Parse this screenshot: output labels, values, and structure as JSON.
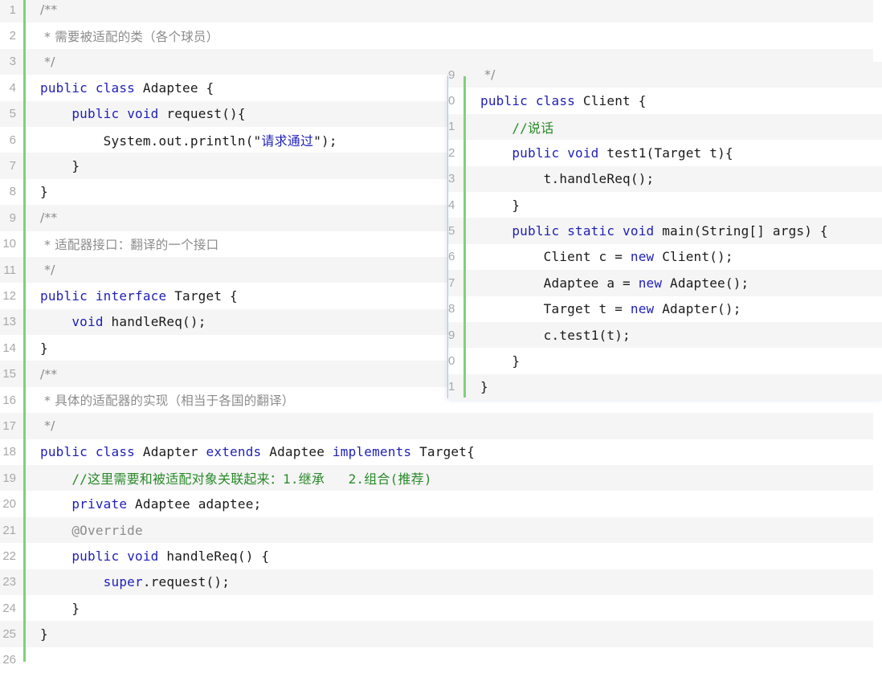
{
  "editor": {
    "lines": [
      {
        "num": "1",
        "text": "/**",
        "style": "cm"
      },
      {
        "num": "2",
        "text": " * 需要被适配的类（各个球员）",
        "style": "cm"
      },
      {
        "num": "3",
        "text": " */",
        "style": "cm"
      },
      {
        "num": "4",
        "text": "public class Adaptee {",
        "style": "code"
      },
      {
        "num": "5",
        "text": "    public void request(){",
        "style": "code"
      },
      {
        "num": "6",
        "text": "        System.out.println(\"请求通过\");",
        "style": "code"
      },
      {
        "num": "7",
        "text": "    }",
        "style": "code"
      },
      {
        "num": "8",
        "text": "}",
        "style": "code"
      },
      {
        "num": "9",
        "text": "/**",
        "style": "cm"
      },
      {
        "num": "10",
        "text": " * 适配器接口：翻译的一个接口",
        "style": "cm"
      },
      {
        "num": "11",
        "text": " */",
        "style": "cm"
      },
      {
        "num": "12",
        "text": "public interface Target {",
        "style": "code"
      },
      {
        "num": "13",
        "text": "    void handleReq();",
        "style": "code"
      },
      {
        "num": "14",
        "text": "}",
        "style": "code"
      },
      {
        "num": "15",
        "text": "/**",
        "style": "cm"
      },
      {
        "num": "16",
        "text": " * 具体的适配器的实现（相当于各国的翻译）",
        "style": "cm"
      },
      {
        "num": "17",
        "text": " */",
        "style": "cm"
      },
      {
        "num": "18",
        "text": "public class Adapter extends Adaptee implements Target{",
        "style": "code"
      },
      {
        "num": "19",
        "text": "    //这里需要和被适配对象关联起来：1.继承   2.组合(推荐)",
        "style": "code"
      },
      {
        "num": "20",
        "text": "    private Adaptee adaptee;",
        "style": "code"
      },
      {
        "num": "21",
        "text": "    @Override",
        "style": "code"
      },
      {
        "num": "22",
        "text": "    public void handleReq() {",
        "style": "code"
      },
      {
        "num": "23",
        "text": "        super.request();",
        "style": "code"
      },
      {
        "num": "24",
        "text": "    }",
        "style": "code"
      },
      {
        "num": "25",
        "text": "}",
        "style": "code"
      },
      {
        "num": "26",
        "text": "",
        "style": "code"
      }
    ]
  },
  "popup": {
    "lines": [
      {
        "num": "9",
        "text": " */",
        "style": "cm"
      },
      {
        "num": "0",
        "text": "public class Client {",
        "style": "code"
      },
      {
        "num": "1",
        "text": "    //说话",
        "style": "code"
      },
      {
        "num": "2",
        "text": "    public void test1(Target t){",
        "style": "code"
      },
      {
        "num": "3",
        "text": "        t.handleReq();",
        "style": "code"
      },
      {
        "num": "4",
        "text": "    }",
        "style": "code"
      },
      {
        "num": "5",
        "text": "    public static void main(String[] args) {",
        "style": "code"
      },
      {
        "num": "6",
        "text": "        Client c = new Client();",
        "style": "code"
      },
      {
        "num": "7",
        "text": "        Adaptee a = new Adaptee();",
        "style": "code"
      },
      {
        "num": "8",
        "text": "        Target t = new Adapter();",
        "style": "code"
      },
      {
        "num": "9",
        "text": "        c.test1(t);",
        "style": "code"
      },
      {
        "num": "0",
        "text": "    }",
        "style": "code"
      },
      {
        "num": "1",
        "text": "}",
        "style": "code"
      }
    ]
  },
  "colors": {
    "keyword": "#1f1fb8",
    "comment": "#8c8c8c",
    "line_comment": "#2a8a2a",
    "gutter_bar": "#7fd17c",
    "popup_border": "#a7c6ef"
  }
}
